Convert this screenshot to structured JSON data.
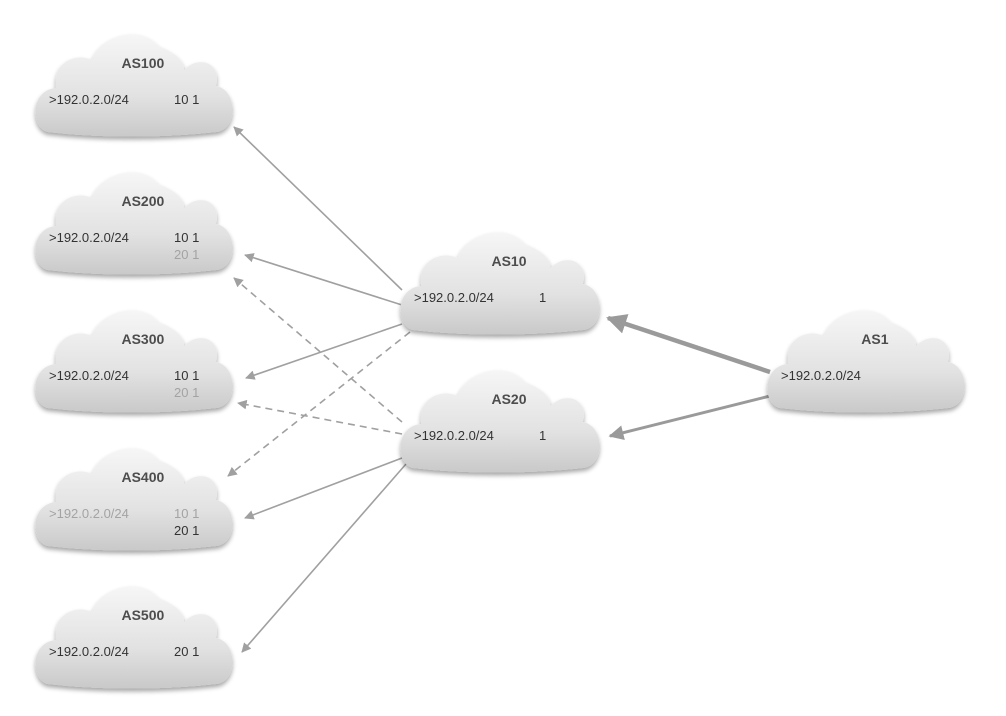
{
  "colors": {
    "arrow": "#a0a0a0",
    "arrow_strong": "#9a9a9a",
    "cloud_top": "#f4f4f4",
    "cloud_bottom": "#cdcdcd",
    "text": "#333333",
    "text_dim": "#a3a3a3",
    "title": "#4d4d4d"
  },
  "clouds": [
    {
      "id": "as100",
      "name": "AS100",
      "rows": [
        {
          "prefix": ">192.0.2.0/24",
          "path": "10 1",
          "prefix_dim": false,
          "path_dim": false
        }
      ]
    },
    {
      "id": "as200",
      "name": "AS200",
      "rows": [
        {
          "prefix": ">192.0.2.0/24",
          "path": "10 1",
          "prefix_dim": false,
          "path_dim": false
        },
        {
          "prefix": "",
          "path": "20 1",
          "prefix_dim": false,
          "path_dim": true
        }
      ]
    },
    {
      "id": "as300",
      "name": "AS300",
      "rows": [
        {
          "prefix": ">192.0.2.0/24",
          "path": "10 1",
          "prefix_dim": false,
          "path_dim": false
        },
        {
          "prefix": "",
          "path": "20 1",
          "prefix_dim": false,
          "path_dim": true
        }
      ]
    },
    {
      "id": "as400",
      "name": "AS400",
      "rows": [
        {
          "prefix": ">192.0.2.0/24",
          "path": "10 1",
          "prefix_dim": true,
          "path_dim": true
        },
        {
          "prefix": "",
          "path": "20 1",
          "prefix_dim": false,
          "path_dim": false
        }
      ]
    },
    {
      "id": "as500",
      "name": "AS500",
      "rows": [
        {
          "prefix": ">192.0.2.0/24",
          "path": "20 1",
          "prefix_dim": false,
          "path_dim": false
        }
      ]
    },
    {
      "id": "as10",
      "name": "AS10",
      "rows": [
        {
          "prefix": ">192.0.2.0/24",
          "path": "1",
          "prefix_dim": false,
          "path_dim": false
        }
      ]
    },
    {
      "id": "as20",
      "name": "AS20",
      "rows": [
        {
          "prefix": ">192.0.2.0/24",
          "path": "1",
          "prefix_dim": false,
          "path_dim": false
        }
      ]
    },
    {
      "id": "as1",
      "name": "AS1",
      "rows": [
        {
          "prefix": ">192.0.2.0/24",
          "path": "",
          "prefix_dim": false,
          "path_dim": false
        }
      ]
    }
  ],
  "links": [
    {
      "from": "as1",
      "to": "as10",
      "style": "bold"
    },
    {
      "from": "as1",
      "to": "as20",
      "style": "medium"
    },
    {
      "from": "as10",
      "to": "as100",
      "style": "solid"
    },
    {
      "from": "as10",
      "to": "as200",
      "style": "solid"
    },
    {
      "from": "as10",
      "to": "as300",
      "style": "solid"
    },
    {
      "from": "as10",
      "to": "as400",
      "style": "dashed"
    },
    {
      "from": "as20",
      "to": "as200",
      "style": "dashed"
    },
    {
      "from": "as20",
      "to": "as300",
      "style": "dashed"
    },
    {
      "from": "as20",
      "to": "as400",
      "style": "solid"
    },
    {
      "from": "as20",
      "to": "as500",
      "style": "solid"
    }
  ]
}
